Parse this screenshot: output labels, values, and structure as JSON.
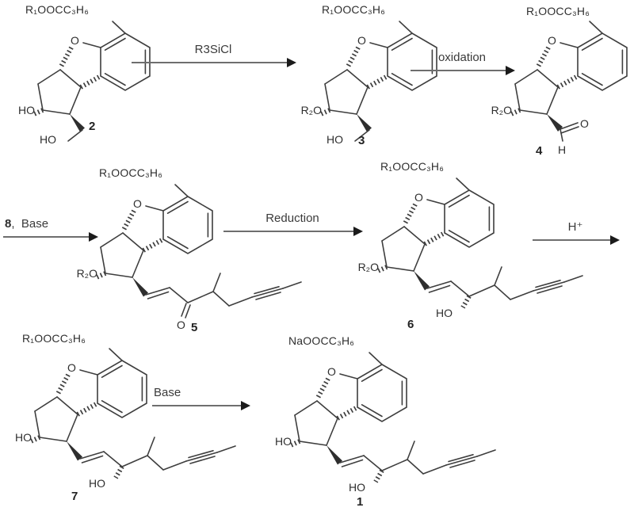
{
  "colors": {
    "bond": "#3e3e3e",
    "text": "#2f2f2f",
    "arrow_line": "#6e6e6e",
    "arrow_head": "#1b1b1b",
    "background": "#ffffff"
  },
  "structures": {
    "s2": {
      "ester": "R₁OOCC₃H₆",
      "furan_o": "O",
      "left_sub": "HO",
      "bottom_sub": "HO",
      "number": "2"
    },
    "s3": {
      "ester": "R₁OOCC₃H₆",
      "furan_o": "O",
      "left_sub": "R₂O",
      "bottom_sub": "HO",
      "number": "3"
    },
    "s4": {
      "ester": "R₁OOCC₃H₆",
      "furan_o": "O",
      "left_sub": "R₂O",
      "aldehyde_o": "O",
      "aldehyde_h": "H",
      "number": "4"
    },
    "s5": {
      "ester": "R₁OOCC₃H₆",
      "furan_o": "O",
      "left_sub": "R₂O",
      "ketone_o": "O",
      "number": "5"
    },
    "s6": {
      "ester": "R₁OOCC₃H₆",
      "furan_o": "O",
      "left_sub": "R₂O",
      "chain_oh": "HO",
      "number": "6"
    },
    "s7": {
      "ester": "R₁OOCC₃H₆",
      "furan_o": "O",
      "left_sub": "HO",
      "chain_oh": "HO",
      "number": "7"
    },
    "s1": {
      "ester": "NaOOCC₃H₆",
      "furan_o": "O",
      "left_sub": "HO",
      "chain_oh": "HO",
      "number": "1"
    }
  },
  "arrows": {
    "a1": {
      "label": "R3SiCl"
    },
    "a2": {
      "label": "oxidation"
    },
    "a3": {
      "reagent": "8",
      "label": ",  Base"
    },
    "a4": {
      "label": "Reduction"
    },
    "a5": {
      "label": "H⁺"
    },
    "a6": {
      "label": "Base"
    }
  }
}
